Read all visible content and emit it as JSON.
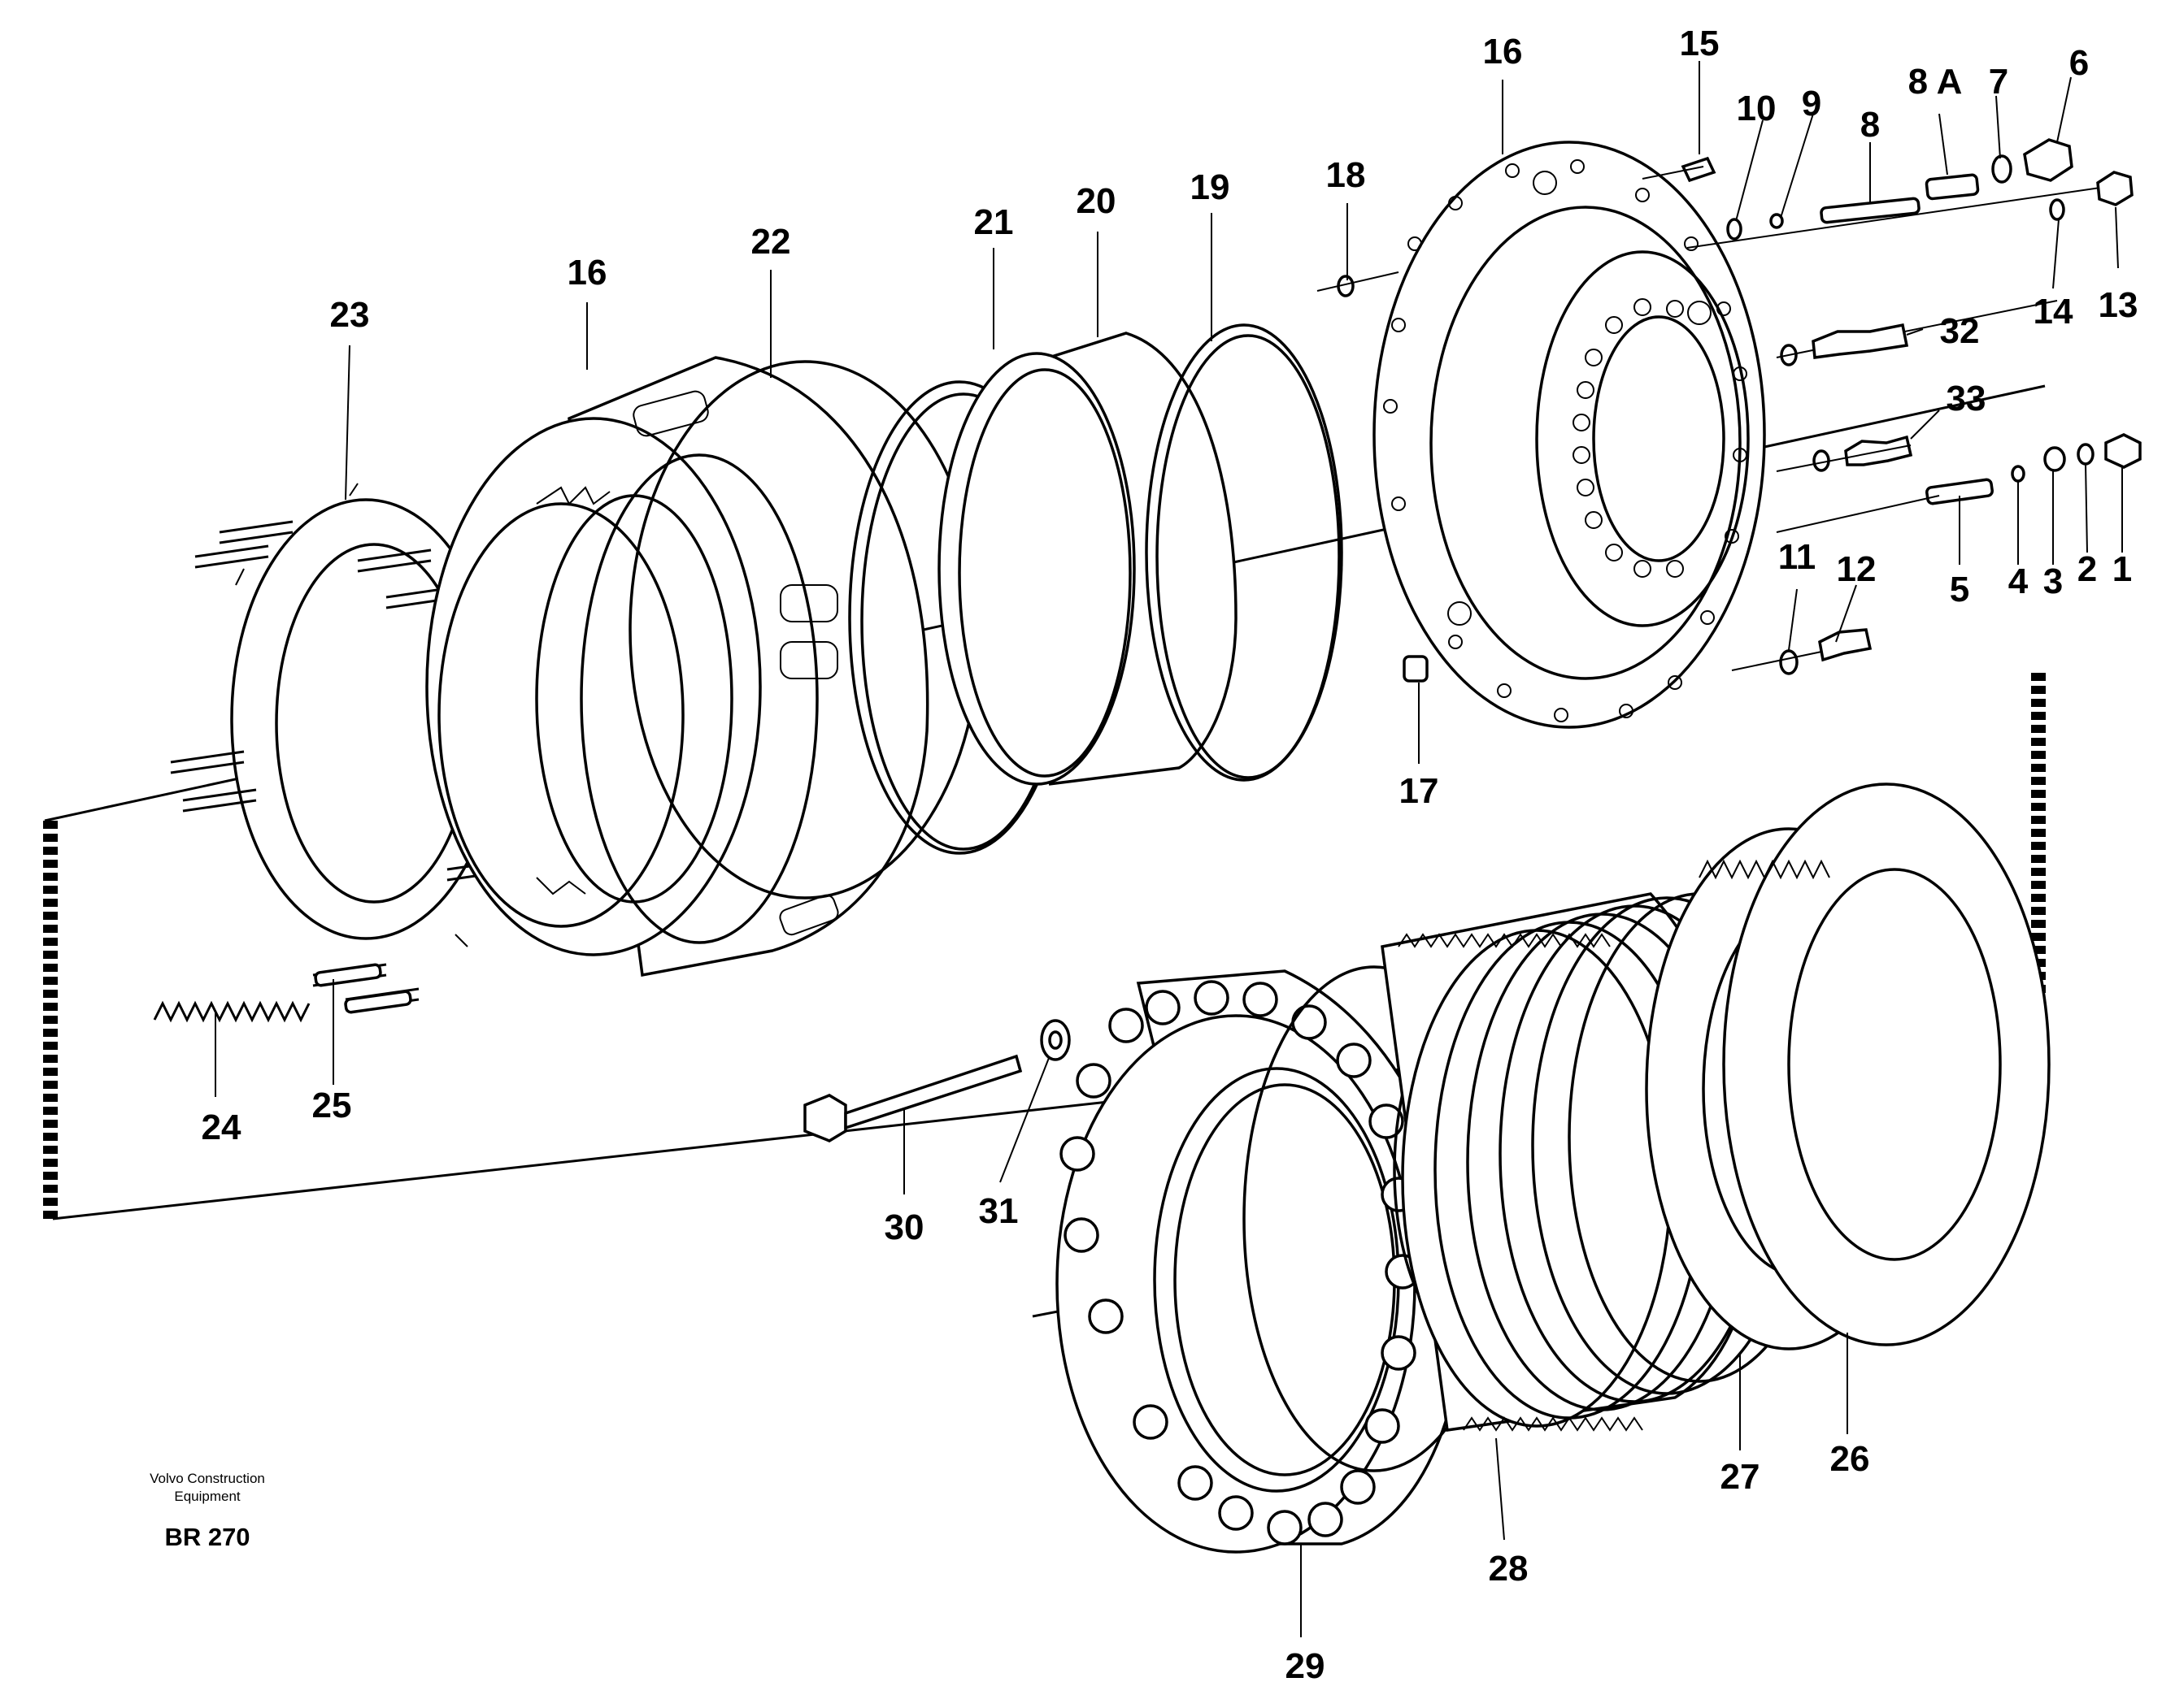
{
  "footer": {
    "company_line1": "Volvo Construction",
    "company_line2": "Equipment",
    "code": "BR 270"
  },
  "callouts": [
    {
      "id": "c1",
      "text": "1"
    },
    {
      "id": "c2",
      "text": "2"
    },
    {
      "id": "c3",
      "text": "3"
    },
    {
      "id": "c4",
      "text": "4"
    },
    {
      "id": "c5",
      "text": "5"
    },
    {
      "id": "c6",
      "text": "6"
    },
    {
      "id": "c7",
      "text": "7"
    },
    {
      "id": "c8",
      "text": "8"
    },
    {
      "id": "c8a",
      "text": "8 A"
    },
    {
      "id": "c9",
      "text": "9"
    },
    {
      "id": "c10",
      "text": "10"
    },
    {
      "id": "c11",
      "text": "11"
    },
    {
      "id": "c12",
      "text": "12"
    },
    {
      "id": "c13",
      "text": "13"
    },
    {
      "id": "c14",
      "text": "14"
    },
    {
      "id": "c15",
      "text": "15"
    },
    {
      "id": "c16a",
      "text": "16"
    },
    {
      "id": "c16b",
      "text": "16"
    },
    {
      "id": "c17",
      "text": "17"
    },
    {
      "id": "c18",
      "text": "18"
    },
    {
      "id": "c19",
      "text": "19"
    },
    {
      "id": "c20",
      "text": "20"
    },
    {
      "id": "c21",
      "text": "21"
    },
    {
      "id": "c22",
      "text": "22"
    },
    {
      "id": "c23",
      "text": "23"
    },
    {
      "id": "c24",
      "text": "24"
    },
    {
      "id": "c25",
      "text": "25"
    },
    {
      "id": "c26",
      "text": "26"
    },
    {
      "id": "c27",
      "text": "27"
    },
    {
      "id": "c28",
      "text": "28"
    },
    {
      "id": "c29",
      "text": "29"
    },
    {
      "id": "c30",
      "text": "30"
    },
    {
      "id": "c31",
      "text": "31"
    },
    {
      "id": "c32",
      "text": "32"
    },
    {
      "id": "c33",
      "text": "33"
    }
  ]
}
